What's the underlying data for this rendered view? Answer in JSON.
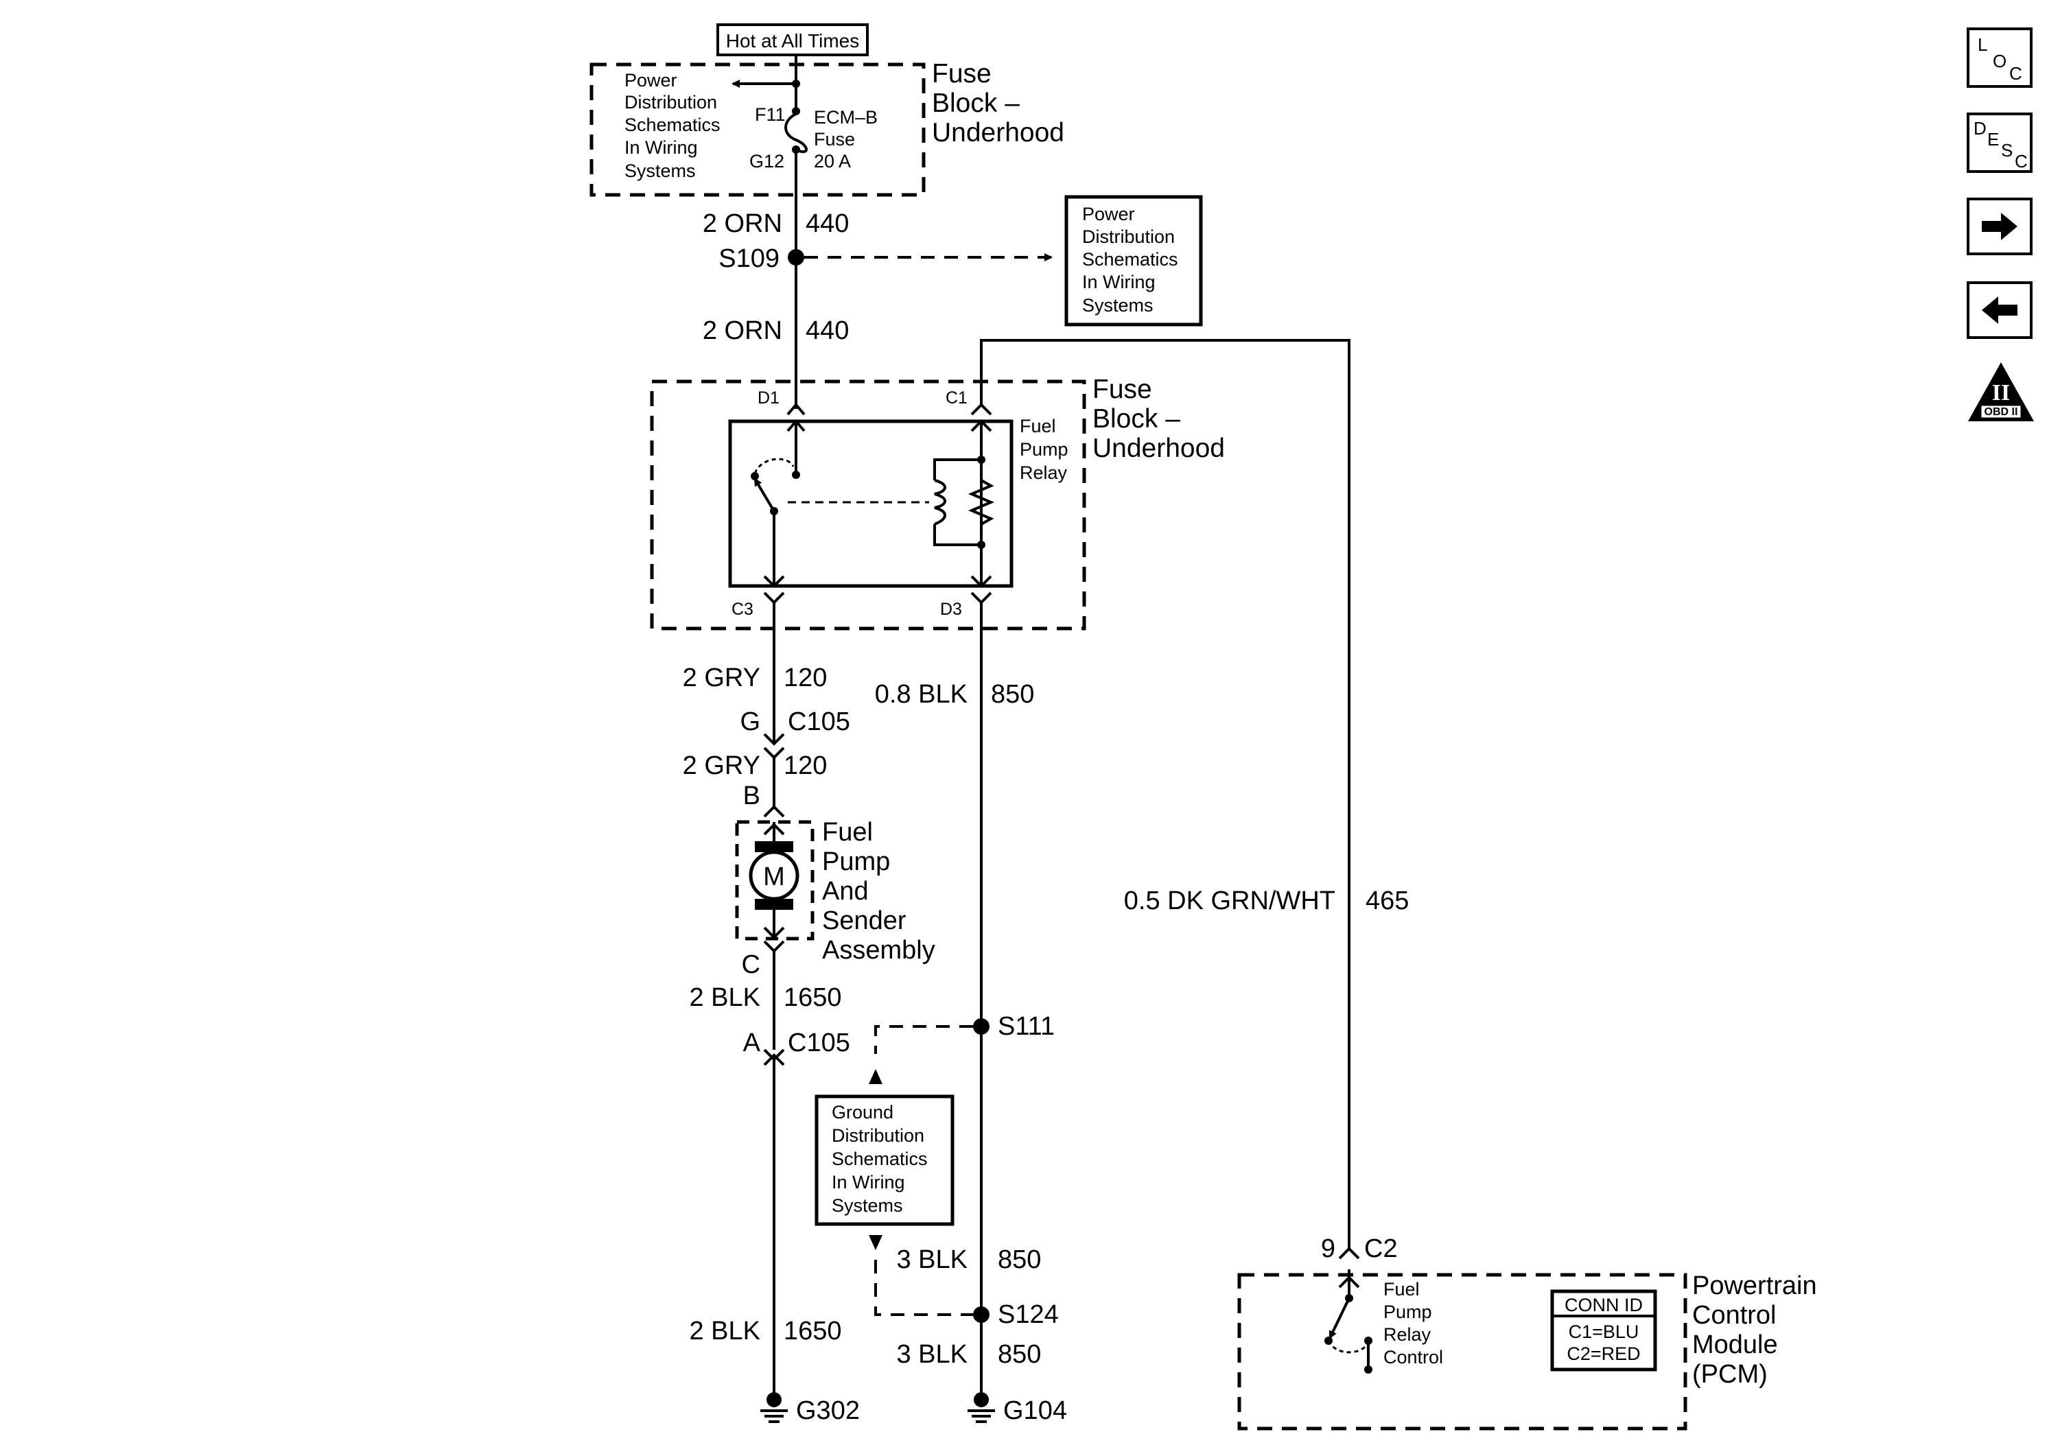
{
  "labels": {
    "hot_at_all_times": "Hot at All Times",
    "power_dist_1": [
      "Power",
      "Distribution",
      "Schematics",
      "In Wiring",
      "Systems"
    ],
    "power_dist_2": [
      "Power",
      "Distribution",
      "Schematics",
      "In Wiring",
      "Systems"
    ],
    "ground_dist": [
      "Ground",
      "Distribution",
      "Schematics",
      "In Wiring",
      "Systems"
    ],
    "f11": "F11",
    "g12": "G12",
    "fuse_name": [
      "ECM–B",
      "Fuse",
      "20 A"
    ],
    "fuse_block_1": [
      "Fuse",
      "Block –",
      "Underhood"
    ],
    "fuse_block_2": [
      "Fuse",
      "Block –",
      "Underhood"
    ],
    "fuel_pump_relay": [
      "Fuel",
      "Pump",
      "Relay"
    ],
    "relay_pins": {
      "d1": "D1",
      "c1": "C1",
      "c3": "C3",
      "d3": "D3"
    },
    "fuel_pump_assembly": [
      "Fuel",
      "Pump",
      "And",
      "Sender",
      "Assembly"
    ],
    "motor": "M",
    "pcm": [
      "Powertrain",
      "Control",
      "Module",
      "(PCM)"
    ],
    "pcm_relay_control": [
      "Fuel",
      "Pump",
      "Relay",
      "Control"
    ],
    "conn_id": {
      "title": "CONN ID",
      "c1": "C1=BLU",
      "c2": "C2=RED"
    }
  },
  "wires": {
    "w1": {
      "gauge_color": "2 ORN",
      "circuit": "440"
    },
    "w2": {
      "gauge_color": "2 ORN",
      "circuit": "440"
    },
    "w3": {
      "gauge_color": "2 GRY",
      "circuit": "120"
    },
    "w4": {
      "gauge_color": "2 GRY",
      "circuit": "120"
    },
    "w5": {
      "gauge_color": "0.8 BLK",
      "circuit": "850"
    },
    "w6": {
      "gauge_color": "0.5 DK GRN/WHT",
      "circuit": "465"
    },
    "w7": {
      "gauge_color": "2 BLK",
      "circuit": "1650"
    },
    "w8": {
      "gauge_color": "3 BLK",
      "circuit": "850"
    },
    "w9": {
      "gauge_color": "2 BLK",
      "circuit": "1650"
    },
    "w10": {
      "gauge_color": "3 BLK",
      "circuit": "850"
    }
  },
  "splices": {
    "s109": "S109",
    "s111": "S111",
    "s124": "S124"
  },
  "connectors": {
    "c105_top_pin": "G",
    "c105_top": "C105",
    "pin_b": "B",
    "pin_c": "C",
    "c105_bot_pin": "A",
    "c105_bot": "C105",
    "pcm_pin": "9",
    "pcm_conn": "C2"
  },
  "grounds": {
    "g302": "G302",
    "g104": "G104"
  },
  "nav": {
    "loc": [
      "L",
      "O",
      "C"
    ],
    "desc": [
      "D",
      "E",
      "S",
      "C"
    ],
    "obd": {
      "numeral": "II",
      "caption": "OBD II"
    }
  }
}
